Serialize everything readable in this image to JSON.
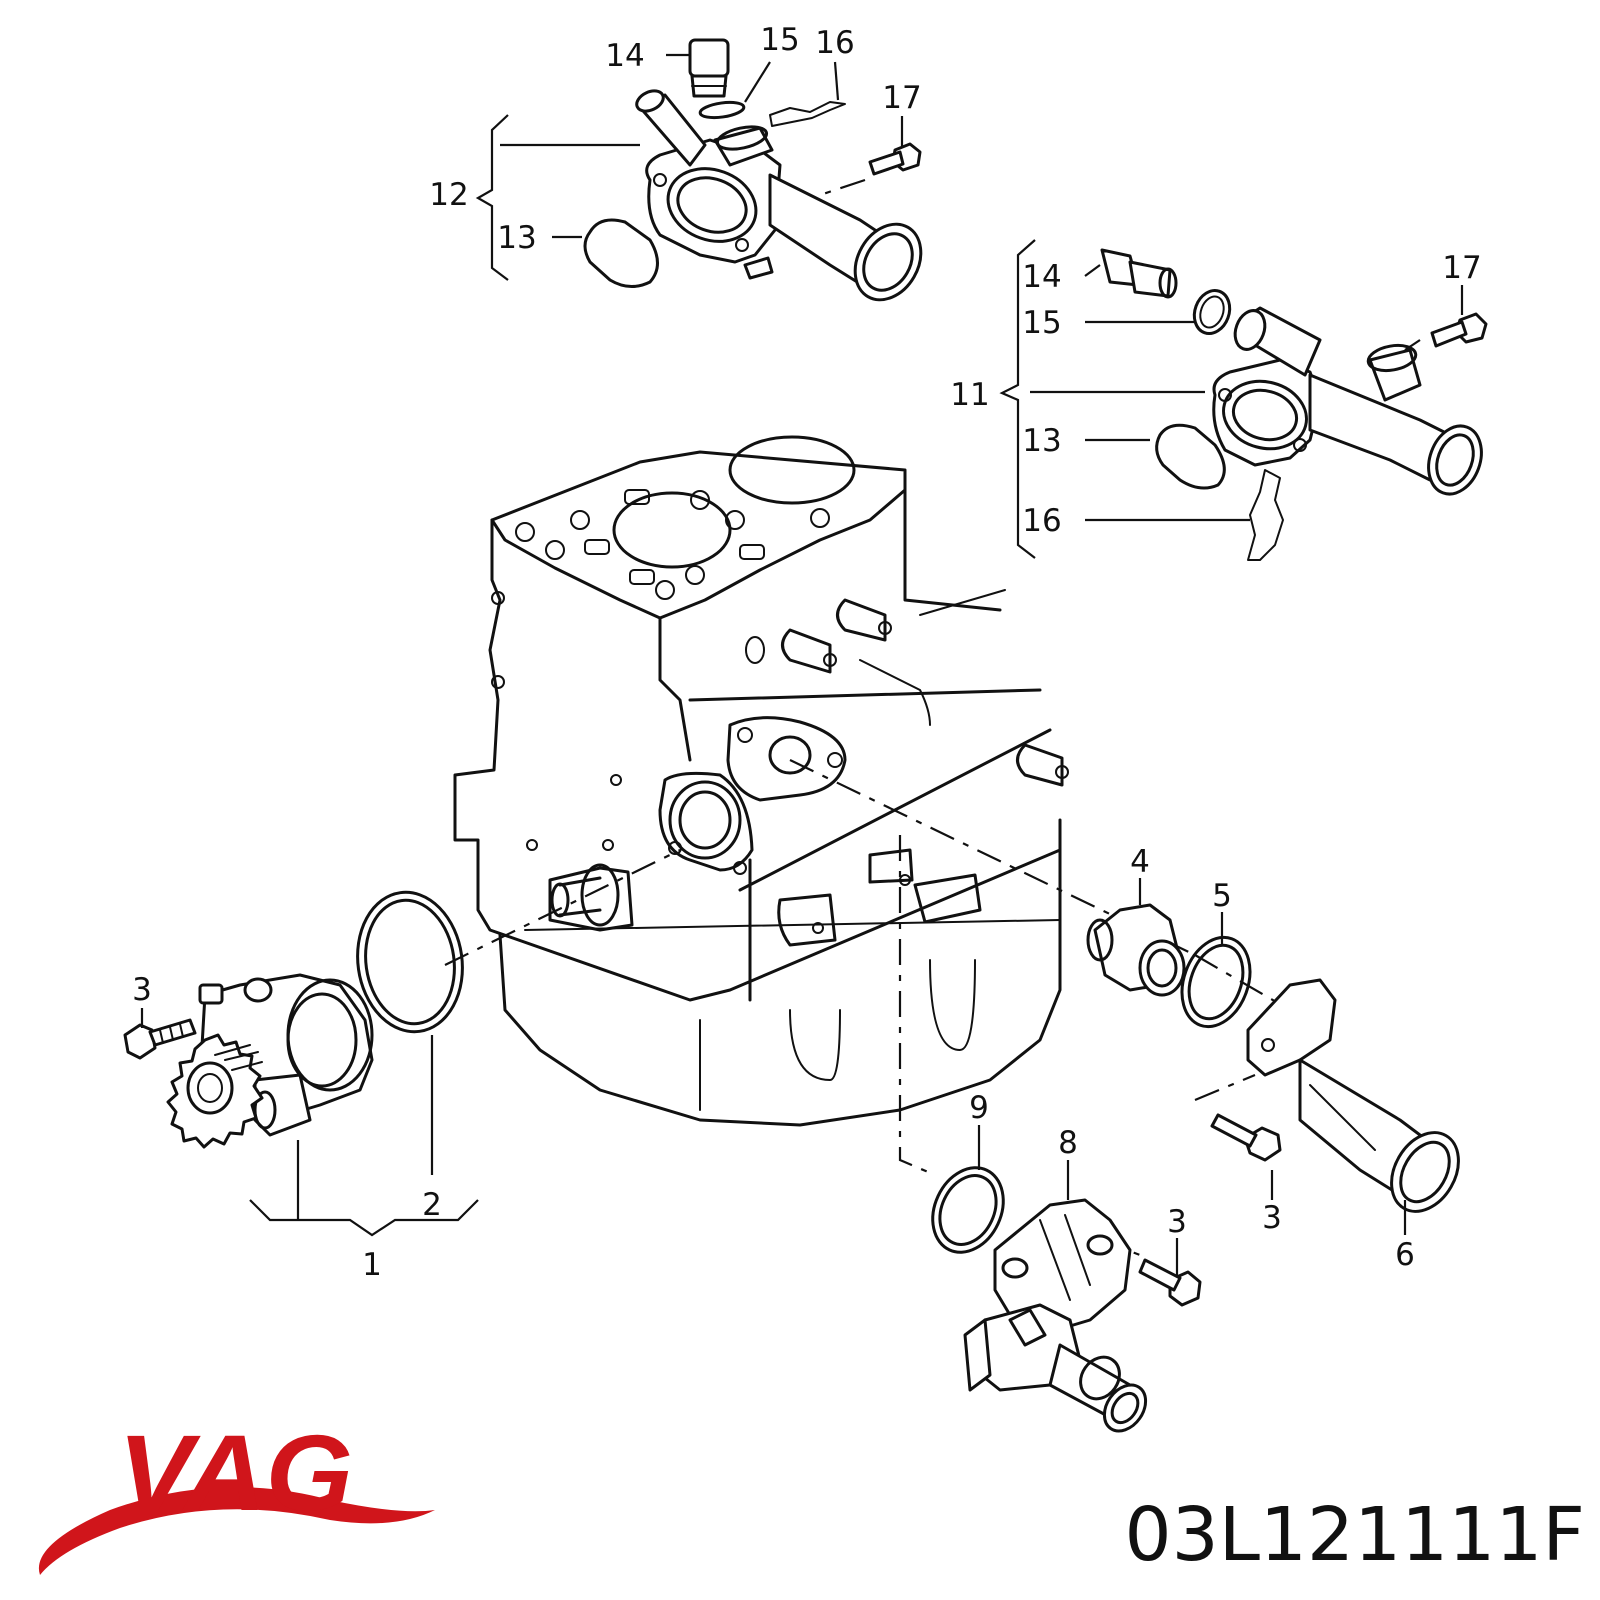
{
  "brand": {
    "name": "VAG",
    "color": "#d0151b"
  },
  "part_number": "03L121111F",
  "callouts": {
    "c1": "1",
    "c2": "2",
    "c3a": "3",
    "c3b": "3",
    "c3c": "3",
    "c4": "4",
    "c5": "5",
    "c6": "6",
    "c8": "8",
    "c9": "9",
    "c11": "11",
    "c12": "12",
    "c13a": "13",
    "c13b": "13",
    "c14a": "14",
    "c14b": "14",
    "c15a": "15",
    "c15b": "15",
    "c16a": "16",
    "c16b": "16",
    "c17a": "17",
    "c17b": "17"
  }
}
